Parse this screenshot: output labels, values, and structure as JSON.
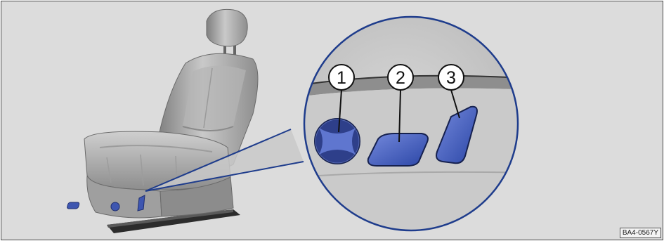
{
  "figure": {
    "reference_code": "BA4-0567Y",
    "callouts": [
      {
        "number": "1",
        "target": "round-adjuster"
      },
      {
        "number": "2",
        "target": "seat-cushion-switch"
      },
      {
        "number": "3",
        "target": "backrest-switch"
      }
    ]
  },
  "colors": {
    "background": "#dcdcdc",
    "seat_dark": "#8a8a8a",
    "seat_light": "#c8c8c8",
    "control_blue": "#3e56b0",
    "control_blue_light": "#6d82d4",
    "leader_blue": "#1e3c8c",
    "frame": "#4a4a4a"
  }
}
